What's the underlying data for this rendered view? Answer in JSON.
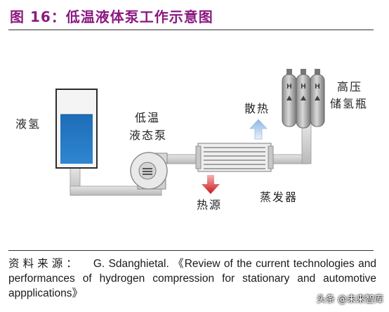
{
  "figure": {
    "title": "图 16：低温液体泵工作示意图"
  },
  "diagram": {
    "labels": {
      "liquid_hydrogen": "液氢",
      "pump_line1": "低温",
      "pump_line2": "液态泵",
      "heat_dissipation": "散热",
      "heat_source": "热源",
      "evaporator": "蒸发器",
      "storage_line1": "高压",
      "storage_line2": "储氢瓶"
    },
    "cylinder_badge": "H"
  },
  "source": {
    "label": "资料来源：",
    "text": "G. Sdanghietal. 《Review of the current technologies and performances of hydrogen compression for stationary and automotive appplications》"
  },
  "watermark": "头条 @未来智库"
}
